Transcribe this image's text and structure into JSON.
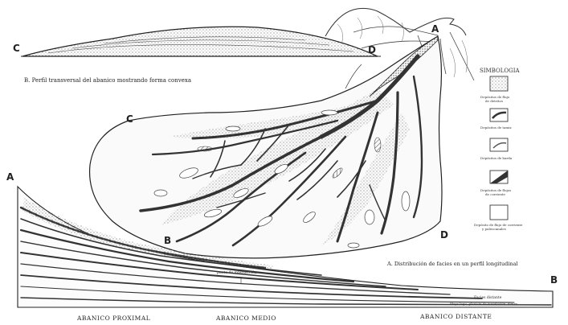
{
  "letters": {
    "section_c": "C",
    "section_d": "D",
    "apex_a": "A",
    "plan_c": "C",
    "plan_b": "B",
    "plan_d": "D",
    "profile_a": "A",
    "profile_b": "B"
  },
  "captions": {
    "transverse": "B. Perfil transversal del abanico mostrando forma convexa",
    "longitudinal": "A. Distribución de facies en un perfil longitudinal"
  },
  "legend": {
    "title": "SIMBOLOGIA",
    "items": [
      {
        "label_1": "Depósitos de flujo",
        "label_2": "de detritos"
      },
      {
        "label_1": "Depósitos de tamiz",
        "label_2": ""
      },
      {
        "label_1": "Depósitos de barda",
        "label_2": ""
      },
      {
        "label_1": "Depósitos de flujos",
        "label_2": "de corriente"
      },
      {
        "label_1": "Depósito de flujo de corriente",
        "label_2": "y paleocanales"
      }
    ]
  },
  "profile_annotations": {
    "intersection": "punto de intersección",
    "distal_facies": "Facies distante",
    "distal_note": "Playa lago, planicie de inundación, dunas"
  },
  "zones": {
    "proximal": "ABANICO PROXIMAL",
    "medio": "ABANICO MEDIO",
    "distante": "ABANICO DISTANTE"
  },
  "colors": {
    "ink": "#222222",
    "dark_channel": "#3a3a3a",
    "stipple": "#9a9a9a",
    "paper": "#ffffff"
  }
}
